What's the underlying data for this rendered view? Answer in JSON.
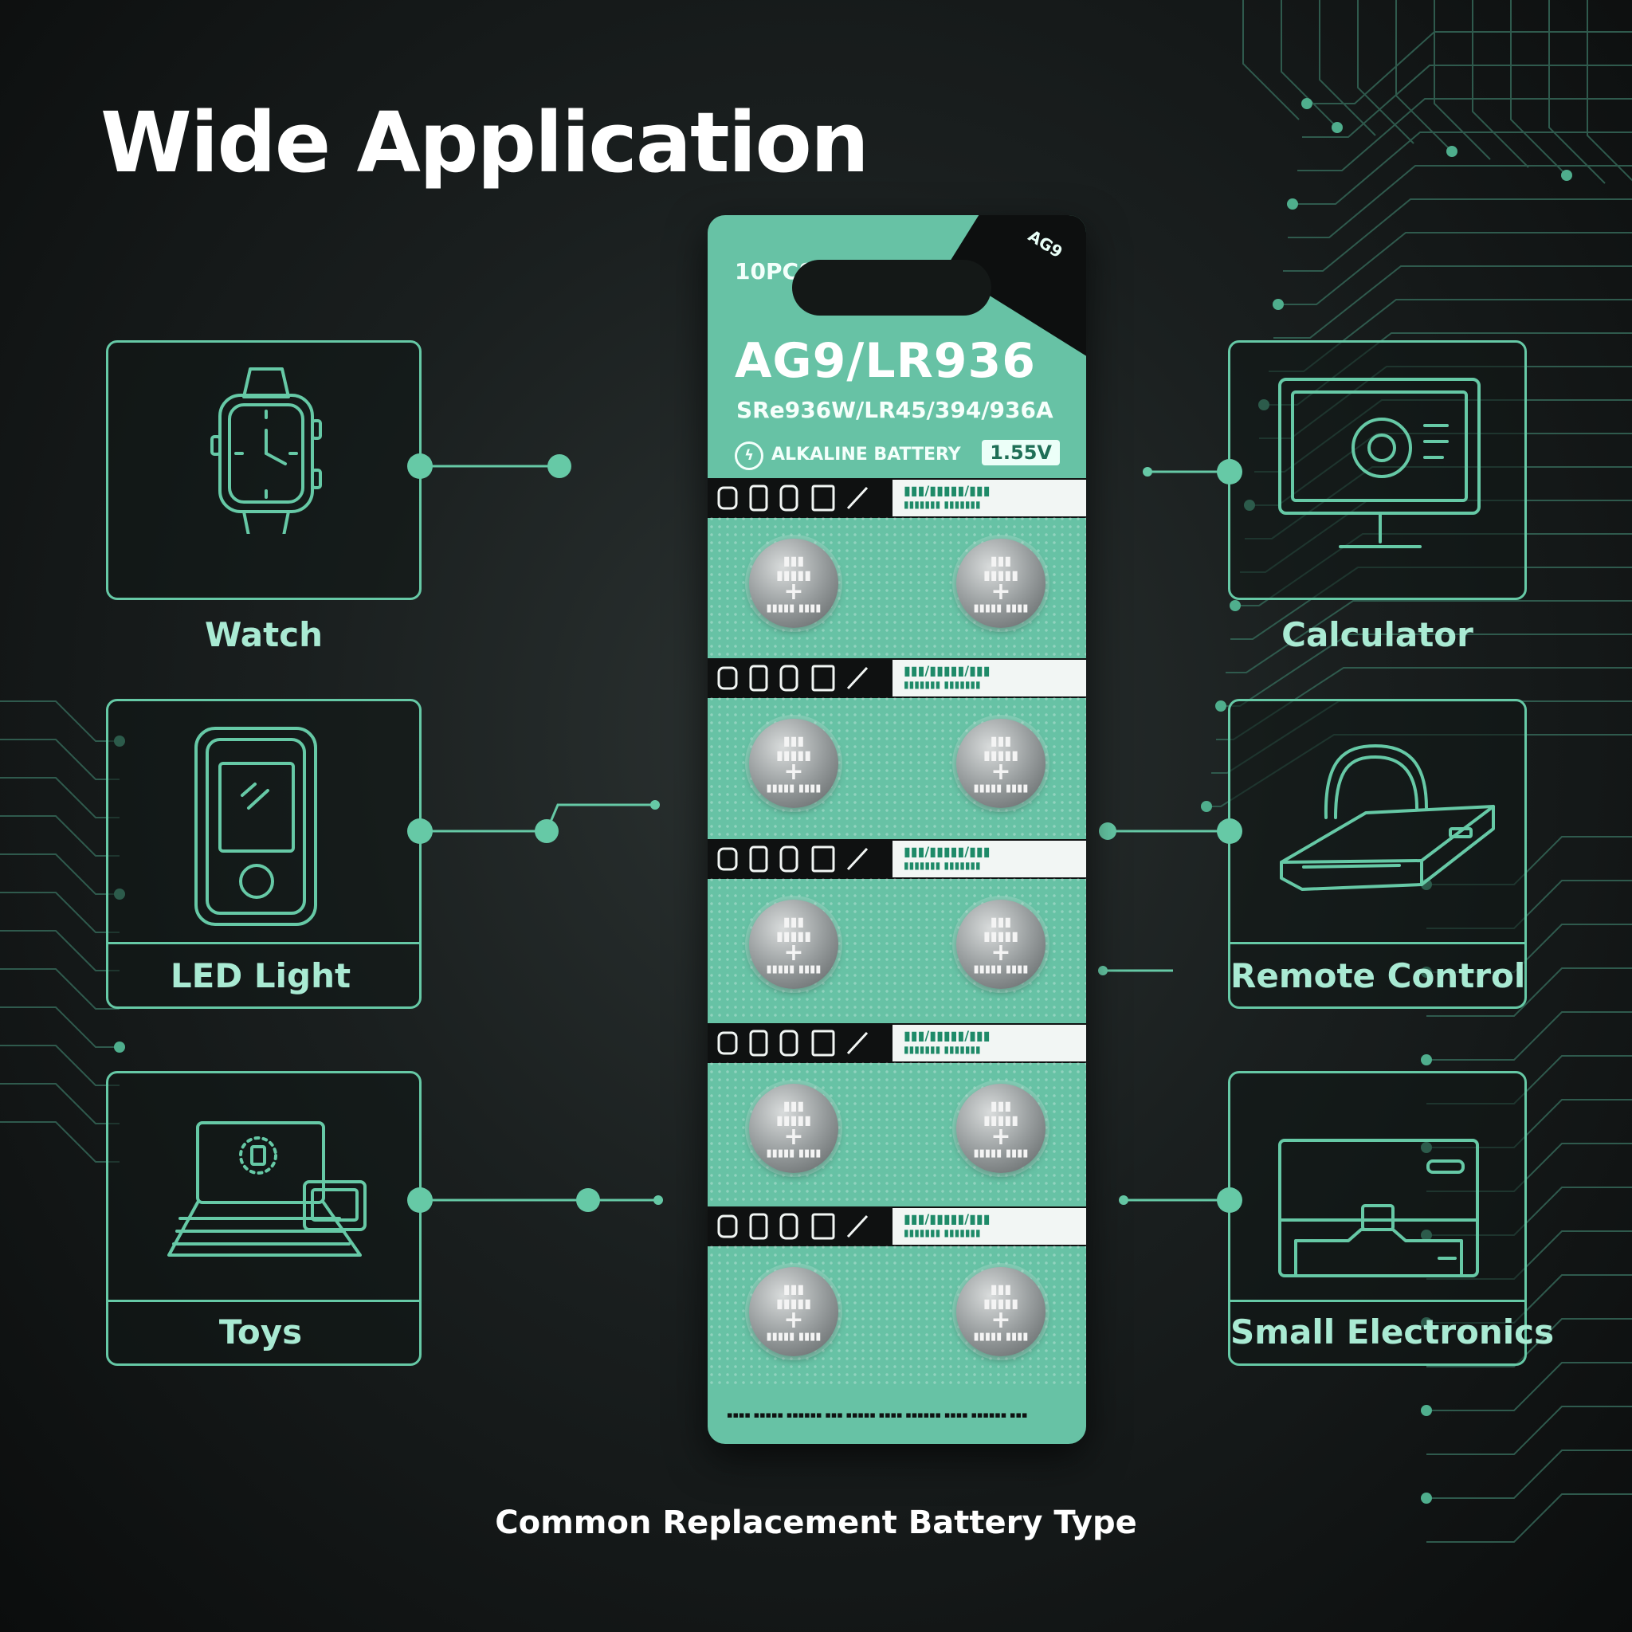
{
  "headline": "Wide Application",
  "applications": {
    "watch": "Watch",
    "led_light": "LED Light",
    "toys": "Toys",
    "calculator": "Calculator",
    "remote_control": "Remote Control",
    "small_electronics": "Small Electronics"
  },
  "card": {
    "quantity": "10PCS",
    "model": "AG9/LR936",
    "equivalents": "SRe936W/LR45/394/936A",
    "battery_type": "ALKALINE BATTERY",
    "voltage": "1.55V",
    "corner_mark": "AG9"
  },
  "caption": "Common Replacement Battery Type",
  "colors": {
    "accent": "#66c9a6",
    "card_green": "#67c2a5",
    "background": "#121616"
  },
  "icons": [
    "watch-icon",
    "phone-icon",
    "laptop-icon",
    "monitor-icon",
    "remote-icon",
    "device-icon"
  ]
}
